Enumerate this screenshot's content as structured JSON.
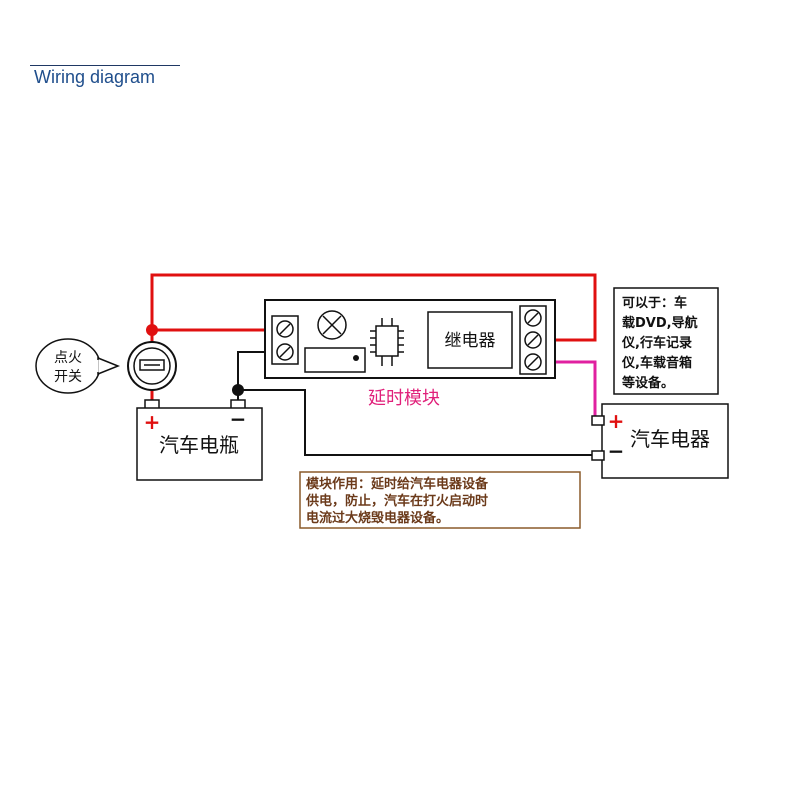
{
  "header": {
    "title": "Wiring diagram"
  },
  "colors": {
    "positive_wire": "#e01010",
    "negative_wire": "#111111",
    "output_wire": "#e020a0",
    "module_label": "#e0207a",
    "note_border": "#8a5a2a",
    "note_text": "#6b3a1a"
  },
  "labels": {
    "ignition_line1": "点火",
    "ignition_line2": "开关",
    "battery": "汽车电瓶",
    "relay": "继电器",
    "module": "延时模块",
    "appliance": "汽车电器",
    "plus": "+",
    "minus": "−"
  },
  "side_note": {
    "lines": [
      "可以于：车",
      "载DVD,导航",
      "仪,行车记录",
      "仪,车载音箱",
      "等设备。"
    ]
  },
  "bottom_note": {
    "lines": [
      "模块作用：延时给汽车电器设备",
      "供电，防止，汽车在打火启动时",
      "电流过大烧毁电器设备。"
    ]
  }
}
